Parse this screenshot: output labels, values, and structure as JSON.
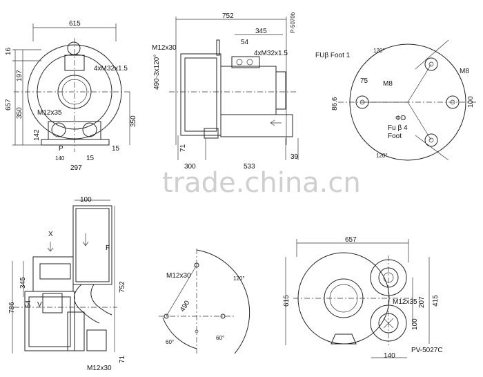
{
  "front_view": {
    "width": "615",
    "top_offset": "16",
    "upper_height": "197",
    "total_height": "657",
    "lower_height": "350",
    "right_height": "350",
    "base_height": "142",
    "port_label": "4xM32x1.5",
    "bolt_label": "M12x35",
    "foot_spacing": "P",
    "foot_dim": "140",
    "right_15a": "15",
    "right_15b": "15",
    "bottom_partial": "297"
  },
  "side_view": {
    "length": "752",
    "drawing_no": "P-5070b",
    "dim_345": "345",
    "dim_54": "54",
    "port_label": "4xM32x1.5",
    "bolt_label": "M12x30",
    "flange_label": "490-3x120°",
    "dim_71": "71",
    "dim_39": "39",
    "bottom_left": "300",
    "bottom_right": "533"
  },
  "flange_view": {
    "foot1": "FUβ Foot 1",
    "foot4_a": "Fu β 4",
    "foot4_b": "Foot",
    "dim_75": "75",
    "m8_left": "M8",
    "m8_right": "M8",
    "dim_866": "86.6",
    "dim_100": "100",
    "phi_d": "ΦD",
    "angle_top": "120°",
    "angle_bottom": "120°"
  },
  "vertical_view": {
    "width": "100",
    "x_label": "X",
    "v_label": "V",
    "f_label": "F",
    "dim_345": "345",
    "dim_54": "54",
    "dim_786": "786",
    "dim_752": "752",
    "dim_71": "71",
    "bolt_label": "M12x30"
  },
  "bolt_circle_view": {
    "bolt_label": "M12x30",
    "diameter": "490",
    "angle_120": "120°",
    "angle_60a": "60°",
    "angle_60b": "60°"
  },
  "top_view": {
    "width": "657",
    "height_615": "615",
    "height_415": "415",
    "height_207": "207",
    "height_100": "100",
    "bolt_label": "M12x35",
    "bottom_140": "140",
    "model": "PV-5027C"
  },
  "watermark": "trade.china.cn"
}
